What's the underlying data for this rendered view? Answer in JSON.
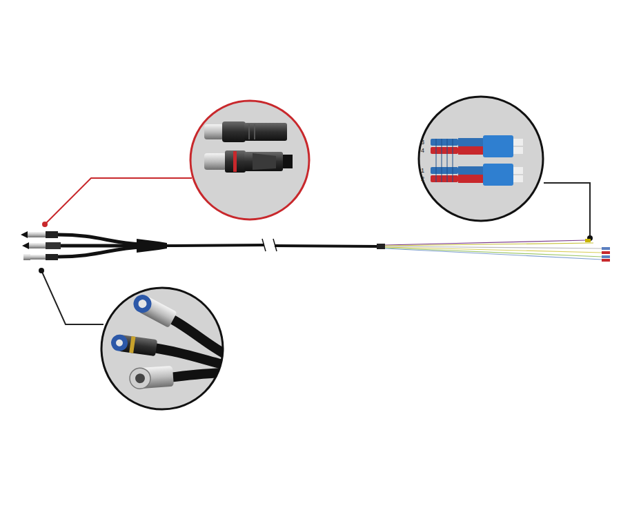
{
  "diagram": {
    "labels": [
      "3",
      "4",
      "1",
      "2"
    ]
  }
}
